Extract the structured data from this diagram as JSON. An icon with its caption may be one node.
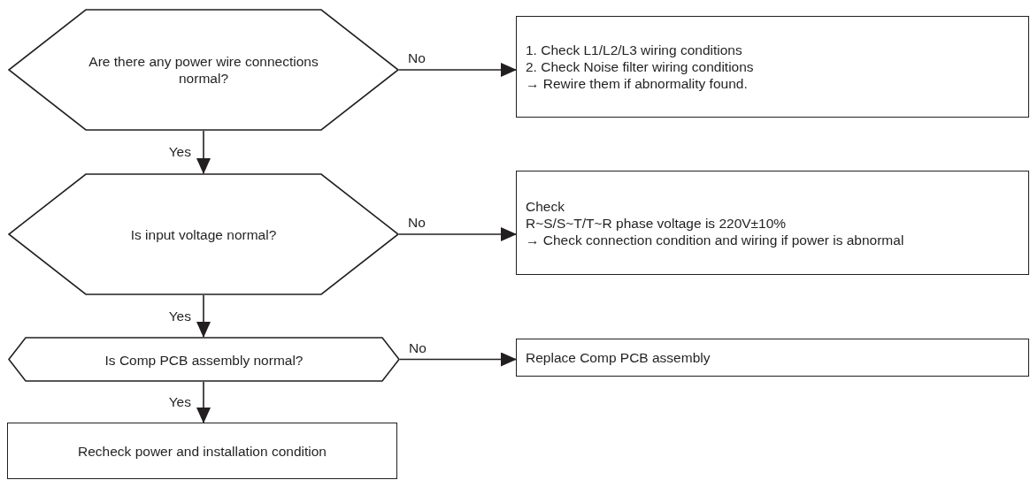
{
  "diagram": {
    "nodes": [
      {
        "text": [
          "Are there any power wire connections normal?"
        ]
      },
      {
        "text": [
          "1. Check L1/L2/L3 wiring conditions",
          "2. Check Noise filter wiring conditions",
          "→ Rewire them if abnormality found."
        ]
      },
      {
        "text": [
          "Is input voltage normal?"
        ]
      },
      {
        "text": [
          "Check",
          "R~S/S~T/T~R phase voltage is 220V±10%",
          "→ Check connection condition and wiring if power is abnormal"
        ]
      },
      {
        "text": [
          "Is Comp PCB assembly normal?"
        ]
      },
      {
        "text": [
          "Replace Comp PCB assembly"
        ]
      },
      {
        "text": [
          "Recheck power and installation condition"
        ]
      }
    ],
    "edges": [
      {
        "from": 0,
        "to": 1,
        "arrow": "to",
        "label": "No"
      },
      {
        "from": 0,
        "to": 2,
        "arrow": "to",
        "label": "Yes"
      },
      {
        "from": 2,
        "to": 3,
        "arrow": "to",
        "label": "No"
      },
      {
        "from": 2,
        "to": 4,
        "arrow": "to",
        "label": "Yes"
      },
      {
        "from": 4,
        "to": 5,
        "arrow": "to",
        "label": "No"
      },
      {
        "from": 4,
        "to": 6,
        "arrow": "to",
        "label": "Yes"
      }
    ]
  }
}
